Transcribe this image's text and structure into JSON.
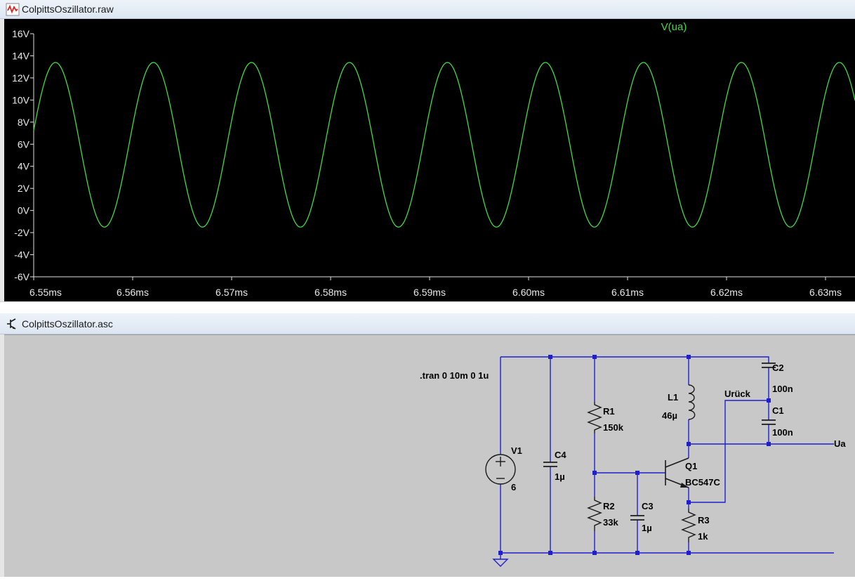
{
  "waveform_window": {
    "title": "ColpittsOszillator.raw",
    "icon": "waveform-icon"
  },
  "schematic_window": {
    "title": "ColpittsOszillator.asc",
    "icon": "schematic-icon"
  },
  "chart_data": {
    "type": "line",
    "title": "",
    "xlabel": "",
    "ylabel": "",
    "xlim_ms": [
      6.55,
      6.633
    ],
    "ylim": [
      -6,
      16
    ],
    "x_ticks": [
      "6.55ms",
      "6.56ms",
      "6.57ms",
      "6.58ms",
      "6.59ms",
      "6.60ms",
      "6.61ms",
      "6.62ms",
      "6.63ms"
    ],
    "y_ticks": [
      "16V",
      "14V",
      "12V",
      "10V",
      "8V",
      "6V",
      "4V",
      "2V",
      "0V",
      "-2V",
      "-4V",
      "-6V"
    ],
    "series": [
      {
        "name": "V(ua)",
        "color": "#3fdc3f",
        "waveform": "sine",
        "max_v": 13.4,
        "min_v": -1.5,
        "period_ms": 0.0099,
        "first_peak_ms": 6.5522
      }
    ],
    "background": "#000000",
    "grid": false
  },
  "schematic": {
    "wire_color": "#1f1fd0",
    "directive": ".tran 0 10m 0 1u",
    "net_labels": {
      "urueck": "Urück",
      "ua": "Ua"
    },
    "components": {
      "V1": {
        "name": "V1",
        "value": "6"
      },
      "C4": {
        "name": "C4",
        "value": "1µ"
      },
      "R1": {
        "name": "R1",
        "value": "150k"
      },
      "R2": {
        "name": "R2",
        "value": "33k"
      },
      "C3": {
        "name": "C3",
        "value": "1µ"
      },
      "L1": {
        "name": "L1",
        "value": "46µ"
      },
      "Q1": {
        "name": "Q1",
        "value": "BC547C"
      },
      "R3": {
        "name": "R3",
        "value": "1k"
      },
      "C2": {
        "name": "C2",
        "value": "100n"
      },
      "C1": {
        "name": "C1",
        "value": "100n"
      }
    }
  }
}
